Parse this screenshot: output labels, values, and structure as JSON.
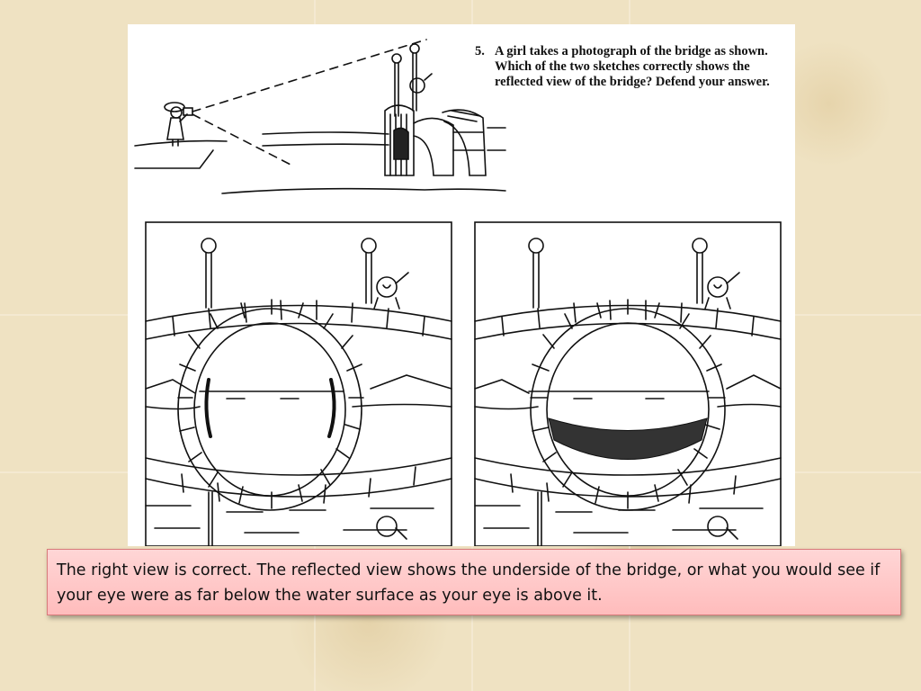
{
  "slide": {
    "question": {
      "number": "5.",
      "text": "A girl takes a photograph of the bridge as shown. Which of the two sketches correctly shows the reflected view of the bridge? Defend your answer."
    },
    "answer": "The right view is correct. The reflected view shows the underside of the bridge, or what you would see if your eye were as far below the water surface as your eye is above it."
  },
  "colors": {
    "background": "#efe2c2",
    "answer_fill": "#ffc8c8",
    "answer_border": "#d87a7a",
    "ink": "#111111"
  }
}
